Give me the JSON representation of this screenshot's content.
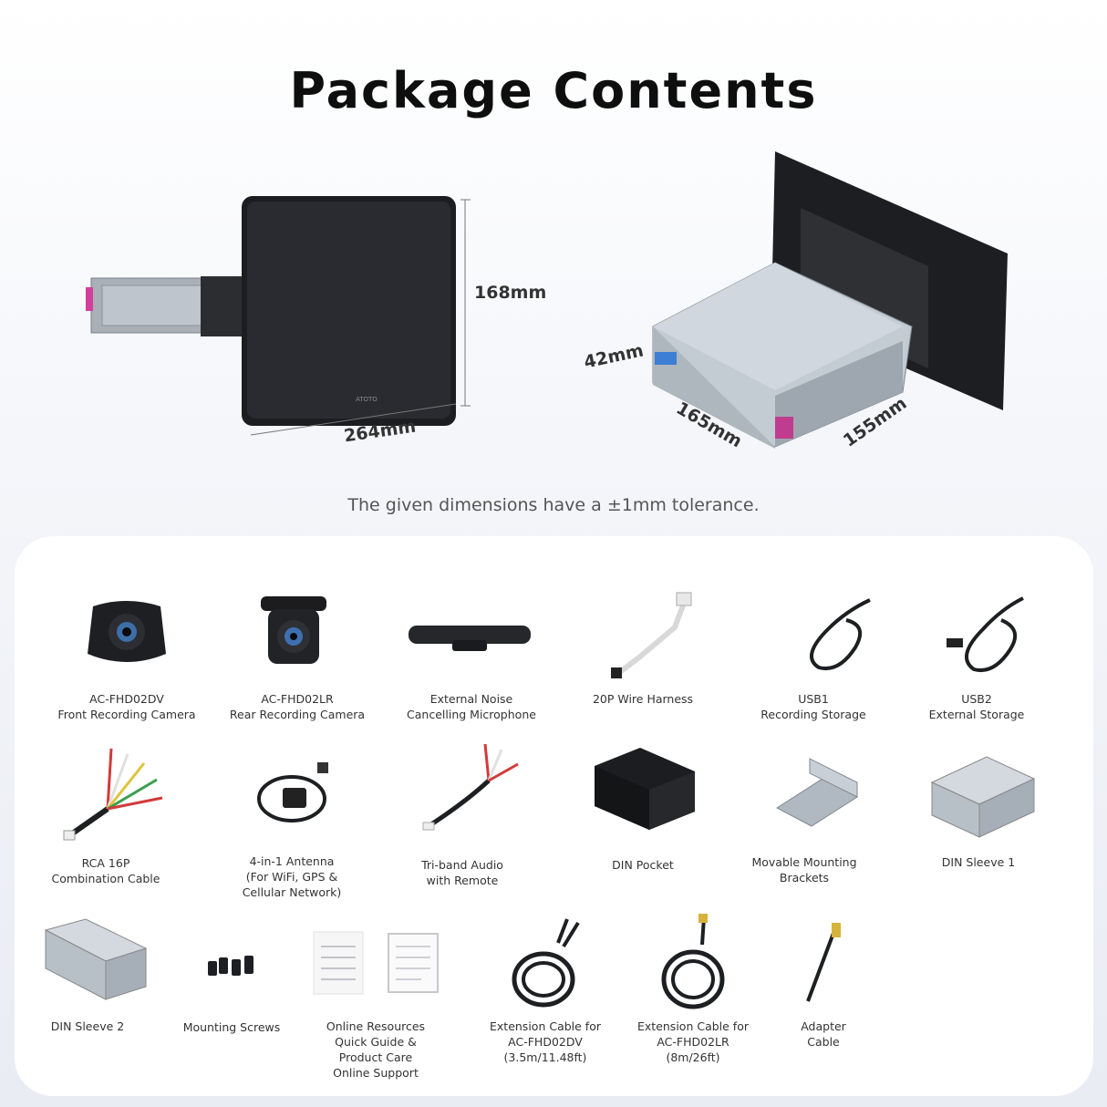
{
  "title": "Package Contents",
  "dimensions": {
    "height": "168mm",
    "width": "264mm",
    "thickness": "42mm",
    "length1": "165mm",
    "length2": "155mm",
    "tolerance_note": "The given dimensions have a ±1mm tolerance.",
    "brand_mark": "ATOTO"
  },
  "items": [
    {
      "id": "front-camera",
      "lines": [
        "AC-FHD02DV",
        "Front Recording Camera"
      ]
    },
    {
      "id": "rear-camera",
      "lines": [
        "AC-FHD02LR",
        "Rear Recording Camera"
      ]
    },
    {
      "id": "microphone",
      "lines": [
        "External Noise",
        "Cancelling Microphone"
      ]
    },
    {
      "id": "wire-harness",
      "lines": [
        "20P Wire Harness"
      ]
    },
    {
      "id": "usb1",
      "lines": [
        "USB1",
        "Recording Storage"
      ]
    },
    {
      "id": "usb2",
      "lines": [
        "USB2",
        "External Storage"
      ]
    },
    {
      "id": "rca-cable",
      "lines": [
        "RCA 16P",
        "Combination Cable"
      ]
    },
    {
      "id": "antenna",
      "lines": [
        "4-in-1 Antenna",
        "(For WiFi, GPS &",
        "Cellular Network)"
      ]
    },
    {
      "id": "triband-audio",
      "lines": [
        "Tri-band Audio",
        "with Remote"
      ]
    },
    {
      "id": "din-pocket",
      "lines": [
        "DIN Pocket"
      ]
    },
    {
      "id": "mounting-brackets",
      "lines": [
        "Movable Mounting",
        "Brackets"
      ]
    },
    {
      "id": "din-sleeve-1",
      "lines": [
        "DIN Sleeve 1"
      ]
    },
    {
      "id": "din-sleeve-2",
      "lines": [
        "DIN Sleeve 2"
      ]
    },
    {
      "id": "mounting-screws",
      "lines": [
        "Mounting Screws"
      ]
    },
    {
      "id": "online-resources",
      "lines": [
        "Online Resources",
        "Quick Guide &",
        "Product Care",
        "Online Support"
      ]
    },
    {
      "id": "ext-cable-dv",
      "lines": [
        "Extension Cable for",
        "AC-FHD02DV",
        "(3.5m/11.48ft)"
      ]
    },
    {
      "id": "ext-cable-lr",
      "lines": [
        "Extension Cable for",
        "AC-FHD02LR",
        "(8m/26ft)"
      ]
    },
    {
      "id": "adapter-cable",
      "lines": [
        "Adapter",
        "Cable"
      ]
    }
  ]
}
